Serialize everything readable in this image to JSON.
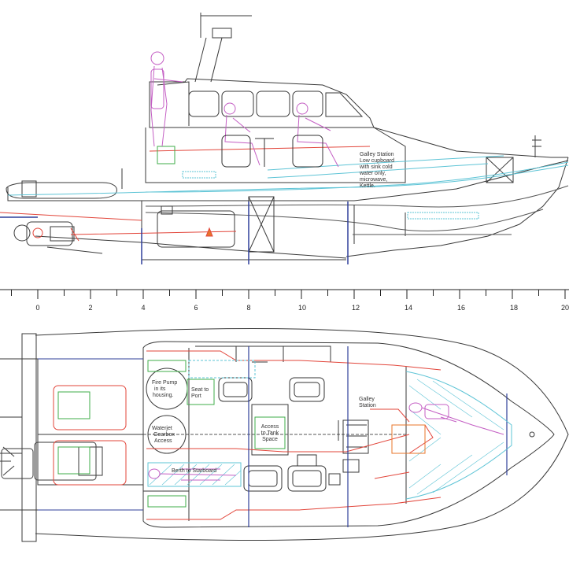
{
  "scale": {
    "ticks": [
      "0",
      "2",
      "4",
      "6",
      "8",
      "10",
      "12",
      "14",
      "16",
      "18",
      "20"
    ]
  },
  "labels": {
    "galley_station_side": [
      "Galley Station",
      "Low cupboard",
      "with sink cold",
      "water only,",
      "microwave,",
      "Kettle."
    ],
    "fire_pump": [
      "Fire Pump",
      "in its",
      "housing."
    ],
    "seat_to_port": [
      "Seat to",
      "Port"
    ],
    "waterjet_gearbox": [
      "Waterjet",
      "Gearbox",
      "Access"
    ],
    "access_tank": [
      "Access",
      "to Tank",
      "Space"
    ],
    "galley_station_plan": [
      "Galley",
      "Station"
    ],
    "berth": "Berth to Starboard"
  },
  "colors": {
    "hull_line": "#3a3a3a",
    "red": "#e2453a",
    "blue": "#2f3f9a",
    "cyan": "#5ec4d6",
    "magenta": "#c45fc4",
    "green": "#3fae49",
    "orange": "#e8742a"
  }
}
